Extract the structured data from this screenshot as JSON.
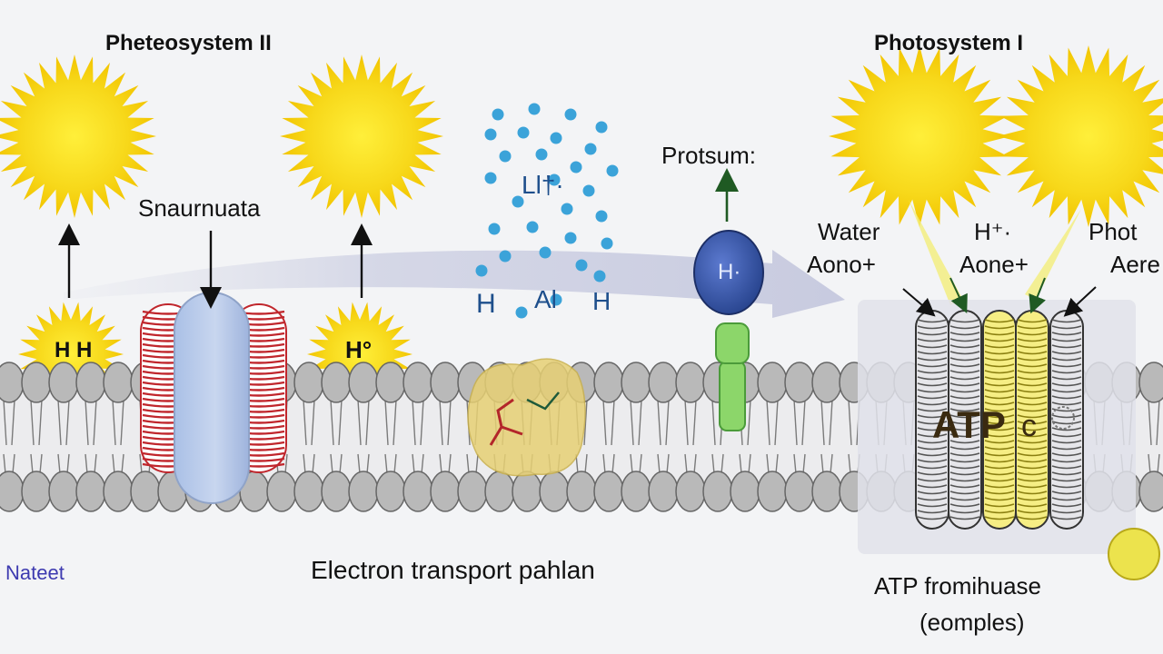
{
  "titles": {
    "left": "Pheteosystem II",
    "right": "Photosystem I"
  },
  "labels": {
    "snautnata": "Snaurnuata",
    "protsum": "Protsum:",
    "water_line1": "Water",
    "water_line2": "Aono+",
    "h_line1": "H⁺·",
    "h_line2": "Aone+",
    "phot_line1": "Phot",
    "phot_line2": "Aere",
    "left_bottom": "Nateet",
    "electron_transport": "Electron transport pahlan",
    "atp_synthase_line1": "ATP fromihuase",
    "atp_synthase_line2": "(eomples)",
    "atp_core": "ATP",
    "atp_c": "c",
    "sun_h_left": "H H",
    "sun_h_right": "H°",
    "cluster_top": "Ll†·",
    "cluster_bottom_1": "H",
    "cluster_bottom_2": "Al",
    "cluster_bottom_3": "H",
    "blue_protein": "H·"
  },
  "colors": {
    "sun": "#f7d81a",
    "sun_core": "#ffe600",
    "membrane_bead": "#b9b9b9",
    "psii_coil": "#c0262c",
    "psii_core": "#b4c8e8",
    "atp_gray": "#9a9aa3",
    "atp_yellow": "#f0e34a",
    "protein_blue": "#2f4f9e",
    "protein_green": "#8cd66a",
    "cluster_dot": "#3ba3d9",
    "text_blue": "#3d3ab0"
  }
}
